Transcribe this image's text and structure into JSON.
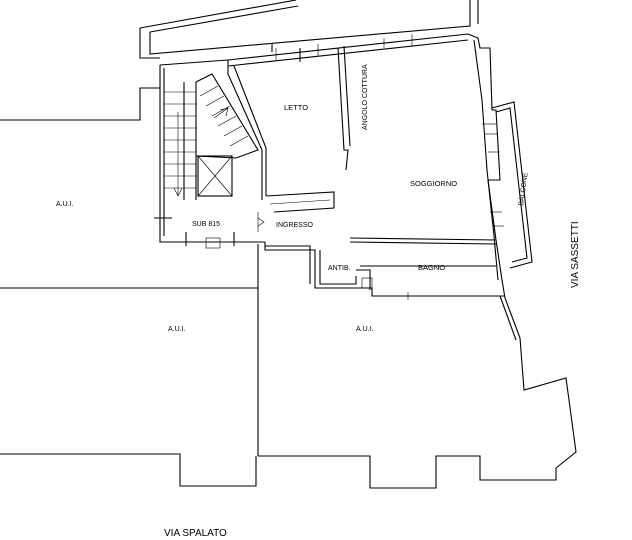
{
  "labels": {
    "letto": "LETTO",
    "angolo_cottura": "ANGOLO COTTURA",
    "soggiorno": "SOGGIORNO",
    "balcone": "BALCONE",
    "ingresso": "INGRESSO",
    "sub": "SUB 815",
    "antib": "ANTIB.",
    "bagno": "BAGNO",
    "aui_left": "A.U.I.",
    "aui_bottom_left": "A.U.I.",
    "aui_bottom_center": "A.U.I."
  },
  "streets": {
    "east": "VIA SASSETTI",
    "south": "VIA SPALATO"
  }
}
